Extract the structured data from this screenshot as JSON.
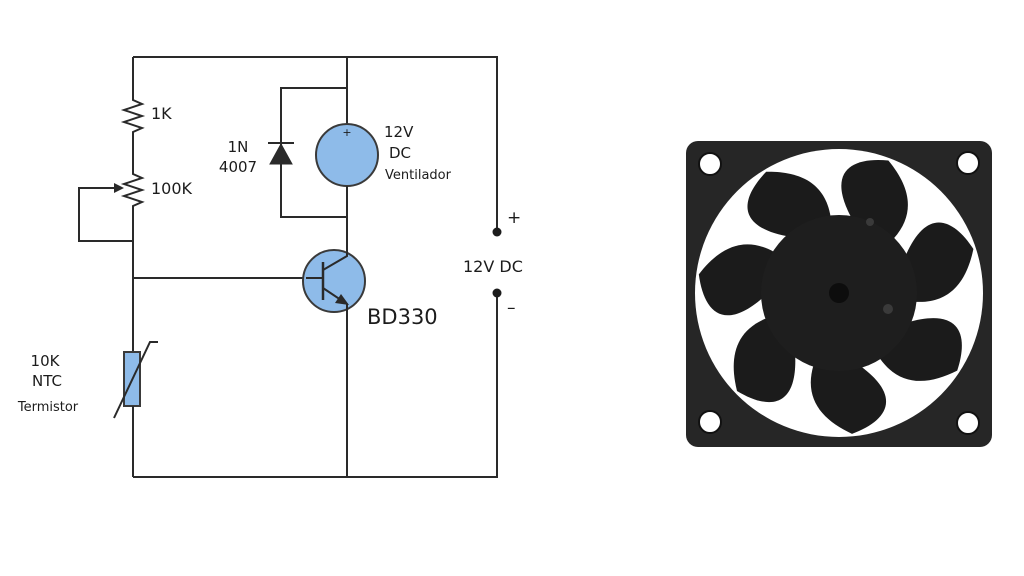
{
  "colors": {
    "component_fill": "#8ebbe9",
    "component_stroke": "#3a3a3a",
    "wire": "#2a2a2a",
    "fan_body": "#262626",
    "fan_blade": "#1b1b1b",
    "fan_hub": "#1e1e1e"
  },
  "labels": {
    "r1": "1K",
    "pot": "100K",
    "diode_line1": "1N",
    "diode_line2": "4007",
    "fan_line1": "12V",
    "fan_line2": "DC",
    "fan_line3": "Ventilador",
    "plus": "+",
    "supply": "12V DC",
    "minus": "–",
    "transistor": "BD330",
    "ntc_line1": "10K",
    "ntc_line2": "NTC",
    "ntc_line3": "Termistor",
    "fan_plus": "+"
  },
  "icons": {
    "fan_photo": "cooling-fan-icon"
  }
}
